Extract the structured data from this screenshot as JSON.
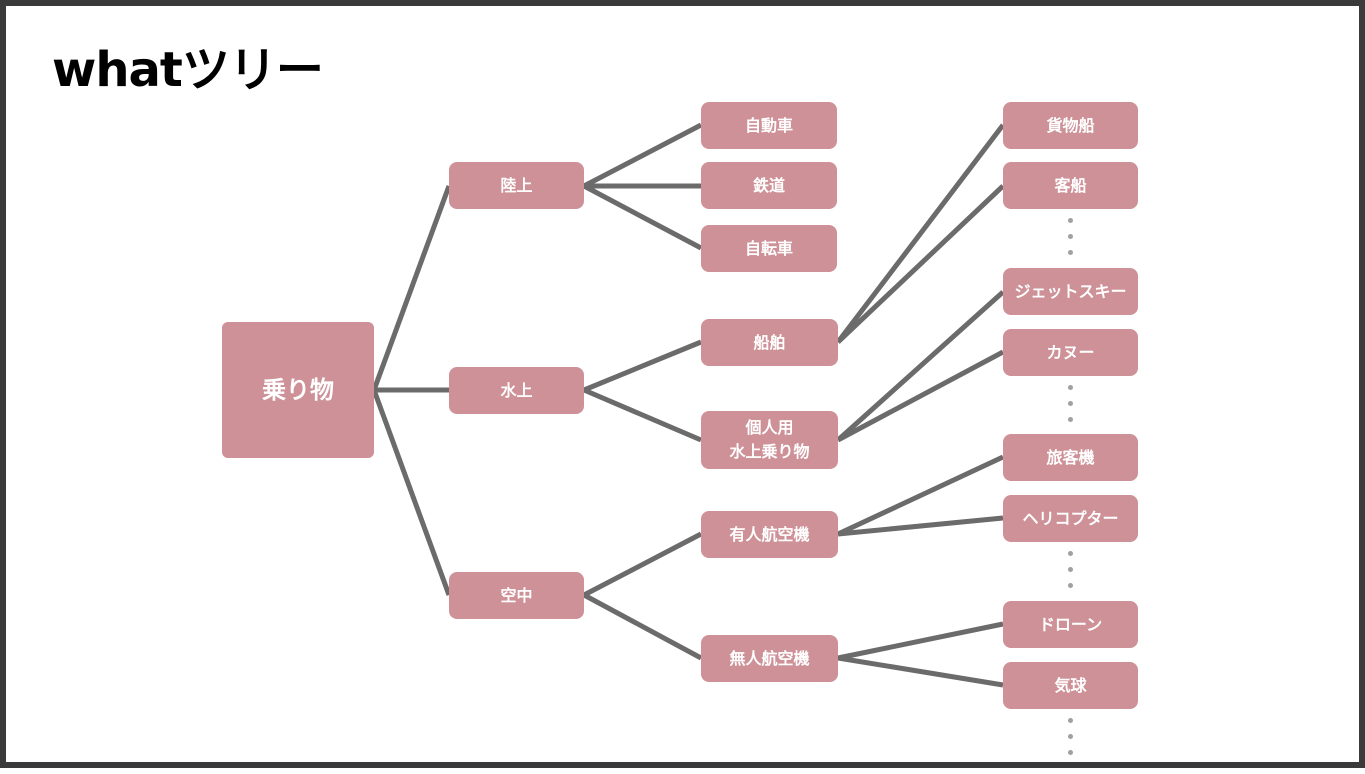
{
  "title": "whatツリー",
  "colors": {
    "node_fill": "#cd9197",
    "node_text": "#ffffff",
    "connector": "#6b6b6b",
    "ellipsis_dot": "#a0a0a0",
    "frame": "#3a3a3a"
  },
  "tree": {
    "root": "乗り物",
    "level1": [
      "陸上",
      "水上",
      "空中"
    ],
    "land": [
      "自動車",
      "鉄道",
      "自転車"
    ],
    "water": [
      "船舶",
      "個人用\n水上乗り物"
    ],
    "ships": [
      "貨物船",
      "客船"
    ],
    "personal_watercraft": [
      "ジェットスキー",
      "カヌー"
    ],
    "air": [
      "有人航空機",
      "無人航空機"
    ],
    "manned_aircraft": [
      "旅客機",
      "ヘリコプター"
    ],
    "unmanned_aircraft": [
      "ドローン",
      "気球"
    ]
  }
}
